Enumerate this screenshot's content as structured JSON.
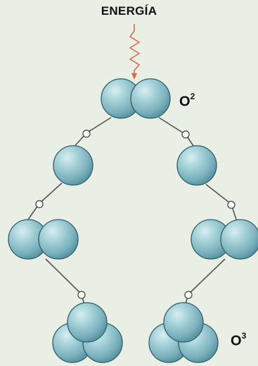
{
  "diagram": {
    "title": "ENERGÍA",
    "labels": {
      "o2": {
        "symbol": "O",
        "sub": "2"
      },
      "o3": {
        "symbol": "O",
        "sub": "3"
      }
    },
    "colors": {
      "background": "#e9efe4",
      "atom_fill": "#8fc4cf",
      "atom_stroke": "#2f5f6a",
      "bond": "#555555",
      "energy": "#d66a4a"
    }
  }
}
